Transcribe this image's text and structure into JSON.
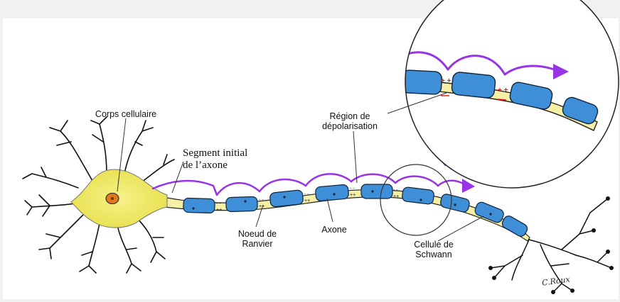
{
  "labels": {
    "cell_body": "Corps cellulaire",
    "initial_segment_line1": "Segment initial",
    "initial_segment_line2": "de l’axone",
    "depolarization_line1": "Région de",
    "depolarization_line2": "dépolarisation",
    "node_line1": "Noeud de",
    "node_line2": "Ranvier",
    "axon": "Axone",
    "schwann_line1": "Cellule de",
    "schwann_line2": "Schwann"
  },
  "signature": "C.Roux",
  "colors": {
    "soma": "#f0ec6a",
    "nucleus": "#e07a1c",
    "axon": "#f6f0a6",
    "schwann": "#3f8fd8",
    "impulse": "#9933e6",
    "dendrite": "#111111",
    "charge": "#e0201c"
  }
}
